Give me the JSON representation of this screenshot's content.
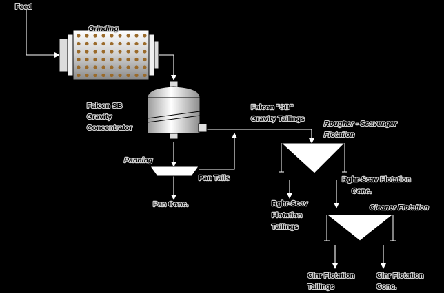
{
  "labels": {
    "feed": "Feed",
    "grinding": "Grinding",
    "falcon_line1": "Falcon SB",
    "falcon_line2": "Gravity",
    "falcon_line3": "Concentrator",
    "falcon_tailings_line1": "Falcon \"SB\"",
    "falcon_tailings_line2": "Gravity Tailings",
    "rougher_line1": "Rougher - Scavenger",
    "rougher_line2": "Flotation",
    "panning": "Panning",
    "pan_tails": "Pan Tails",
    "pan_conc": "Pan Conc.",
    "rghr_tailings_line1": "Rghr-Scav",
    "rghr_tailings_line2": "Flotation",
    "rghr_tailings_line3": "Tailings",
    "rghr_conc_line1": "Rghr-Scav Flotation",
    "rghr_conc_line2": "Conc.",
    "cleaner": "Cleaner Flotation",
    "clnr_tailings_line1": "Clnr Flotation",
    "clnr_tailings_line2": "Tailings",
    "clnr_conc_line1": "Clnr Flotation",
    "clnr_conc_line2": "Conc."
  },
  "colors": {
    "background": "#000000",
    "flow_lines": "#ffffff",
    "equipment_fill": "#ffffff",
    "label_halo": "#cfcfcf"
  },
  "icons": {
    "grinding_mill": "grinding-mill-icon",
    "falcon_concentrator": "falcon-concentrator-icon",
    "panning_table": "panning-table-icon",
    "rougher_cell": "rougher-flotation-cell-icon",
    "cleaner_cell": "cleaner-flotation-cell-icon"
  }
}
